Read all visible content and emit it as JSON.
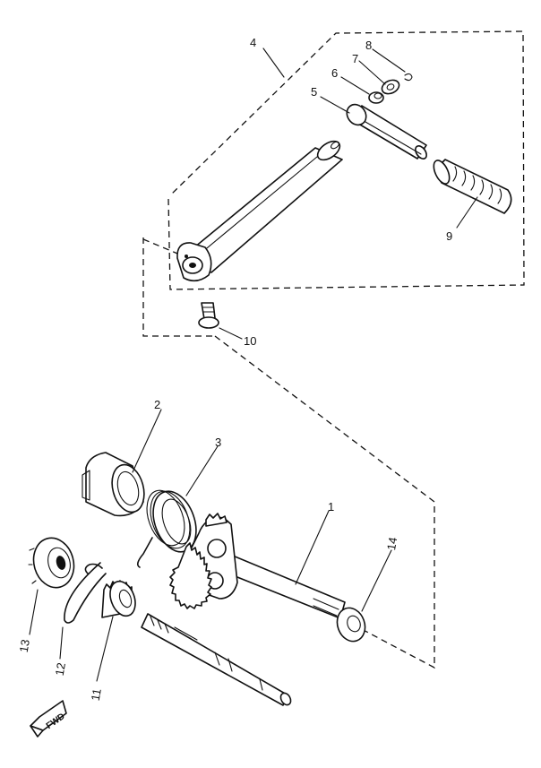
{
  "callouts": [
    {
      "id": "1",
      "part": "kick-shaft"
    },
    {
      "id": "2",
      "part": "spring-guide"
    },
    {
      "id": "3",
      "part": "torsion-spring"
    },
    {
      "id": "4",
      "part": "kick-crank-assembly"
    },
    {
      "id": "5",
      "part": "crank-boss"
    },
    {
      "id": "6",
      "part": "spring"
    },
    {
      "id": "7",
      "part": "washer"
    },
    {
      "id": "8",
      "part": "circlip"
    },
    {
      "id": "9",
      "part": "crank-pedal"
    },
    {
      "id": "10",
      "part": "bolt"
    },
    {
      "id": "11",
      "part": "kick-idle-gear"
    },
    {
      "id": "12",
      "part": "circlip"
    },
    {
      "id": "13",
      "part": "bearing"
    },
    {
      "id": "14",
      "part": "oil-seal"
    }
  ],
  "direction_icon": "front-arrow-icon",
  "direction_text": "FWD"
}
